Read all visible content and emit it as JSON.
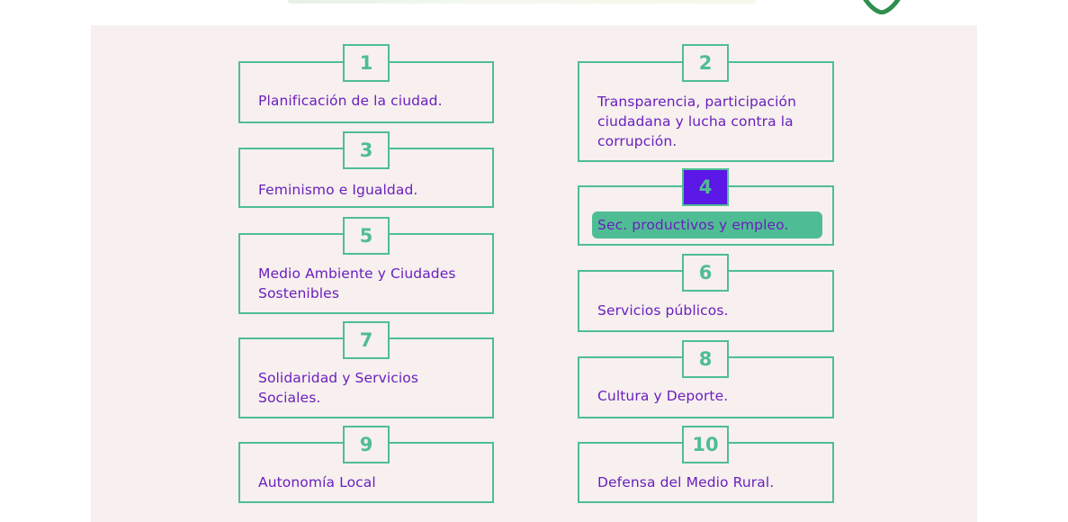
{
  "header": {
    "logo_icon": "shield-logo-icon"
  },
  "colors": {
    "accent_green": "#4fbd94",
    "text_purple": "#6a1fbf",
    "panel_bg": "#f7f0ee",
    "active_number_bg": "#5b17e6"
  },
  "items": [
    {
      "number": "1",
      "label": "Planificación de la ciudad."
    },
    {
      "number": "2",
      "label": "Transparencia, participación ciudadana y lucha contra la corrupción."
    },
    {
      "number": "3",
      "label": "Feminismo e Igualdad."
    },
    {
      "number": "4",
      "label": "Sec. productivos y empleo.",
      "selected": true
    },
    {
      "number": "5",
      "label": "Medio Ambiente y Ciudades Sostenibles"
    },
    {
      "number": "6",
      "label": "Servicios públicos."
    },
    {
      "number": "7",
      "label": "Solidaridad y Servicios Sociales."
    },
    {
      "number": "8",
      "label": "Cultura y Deporte."
    },
    {
      "number": "9",
      "label": "Autonomía Local"
    },
    {
      "number": "10",
      "label": "Defensa del Medio Rural."
    }
  ]
}
